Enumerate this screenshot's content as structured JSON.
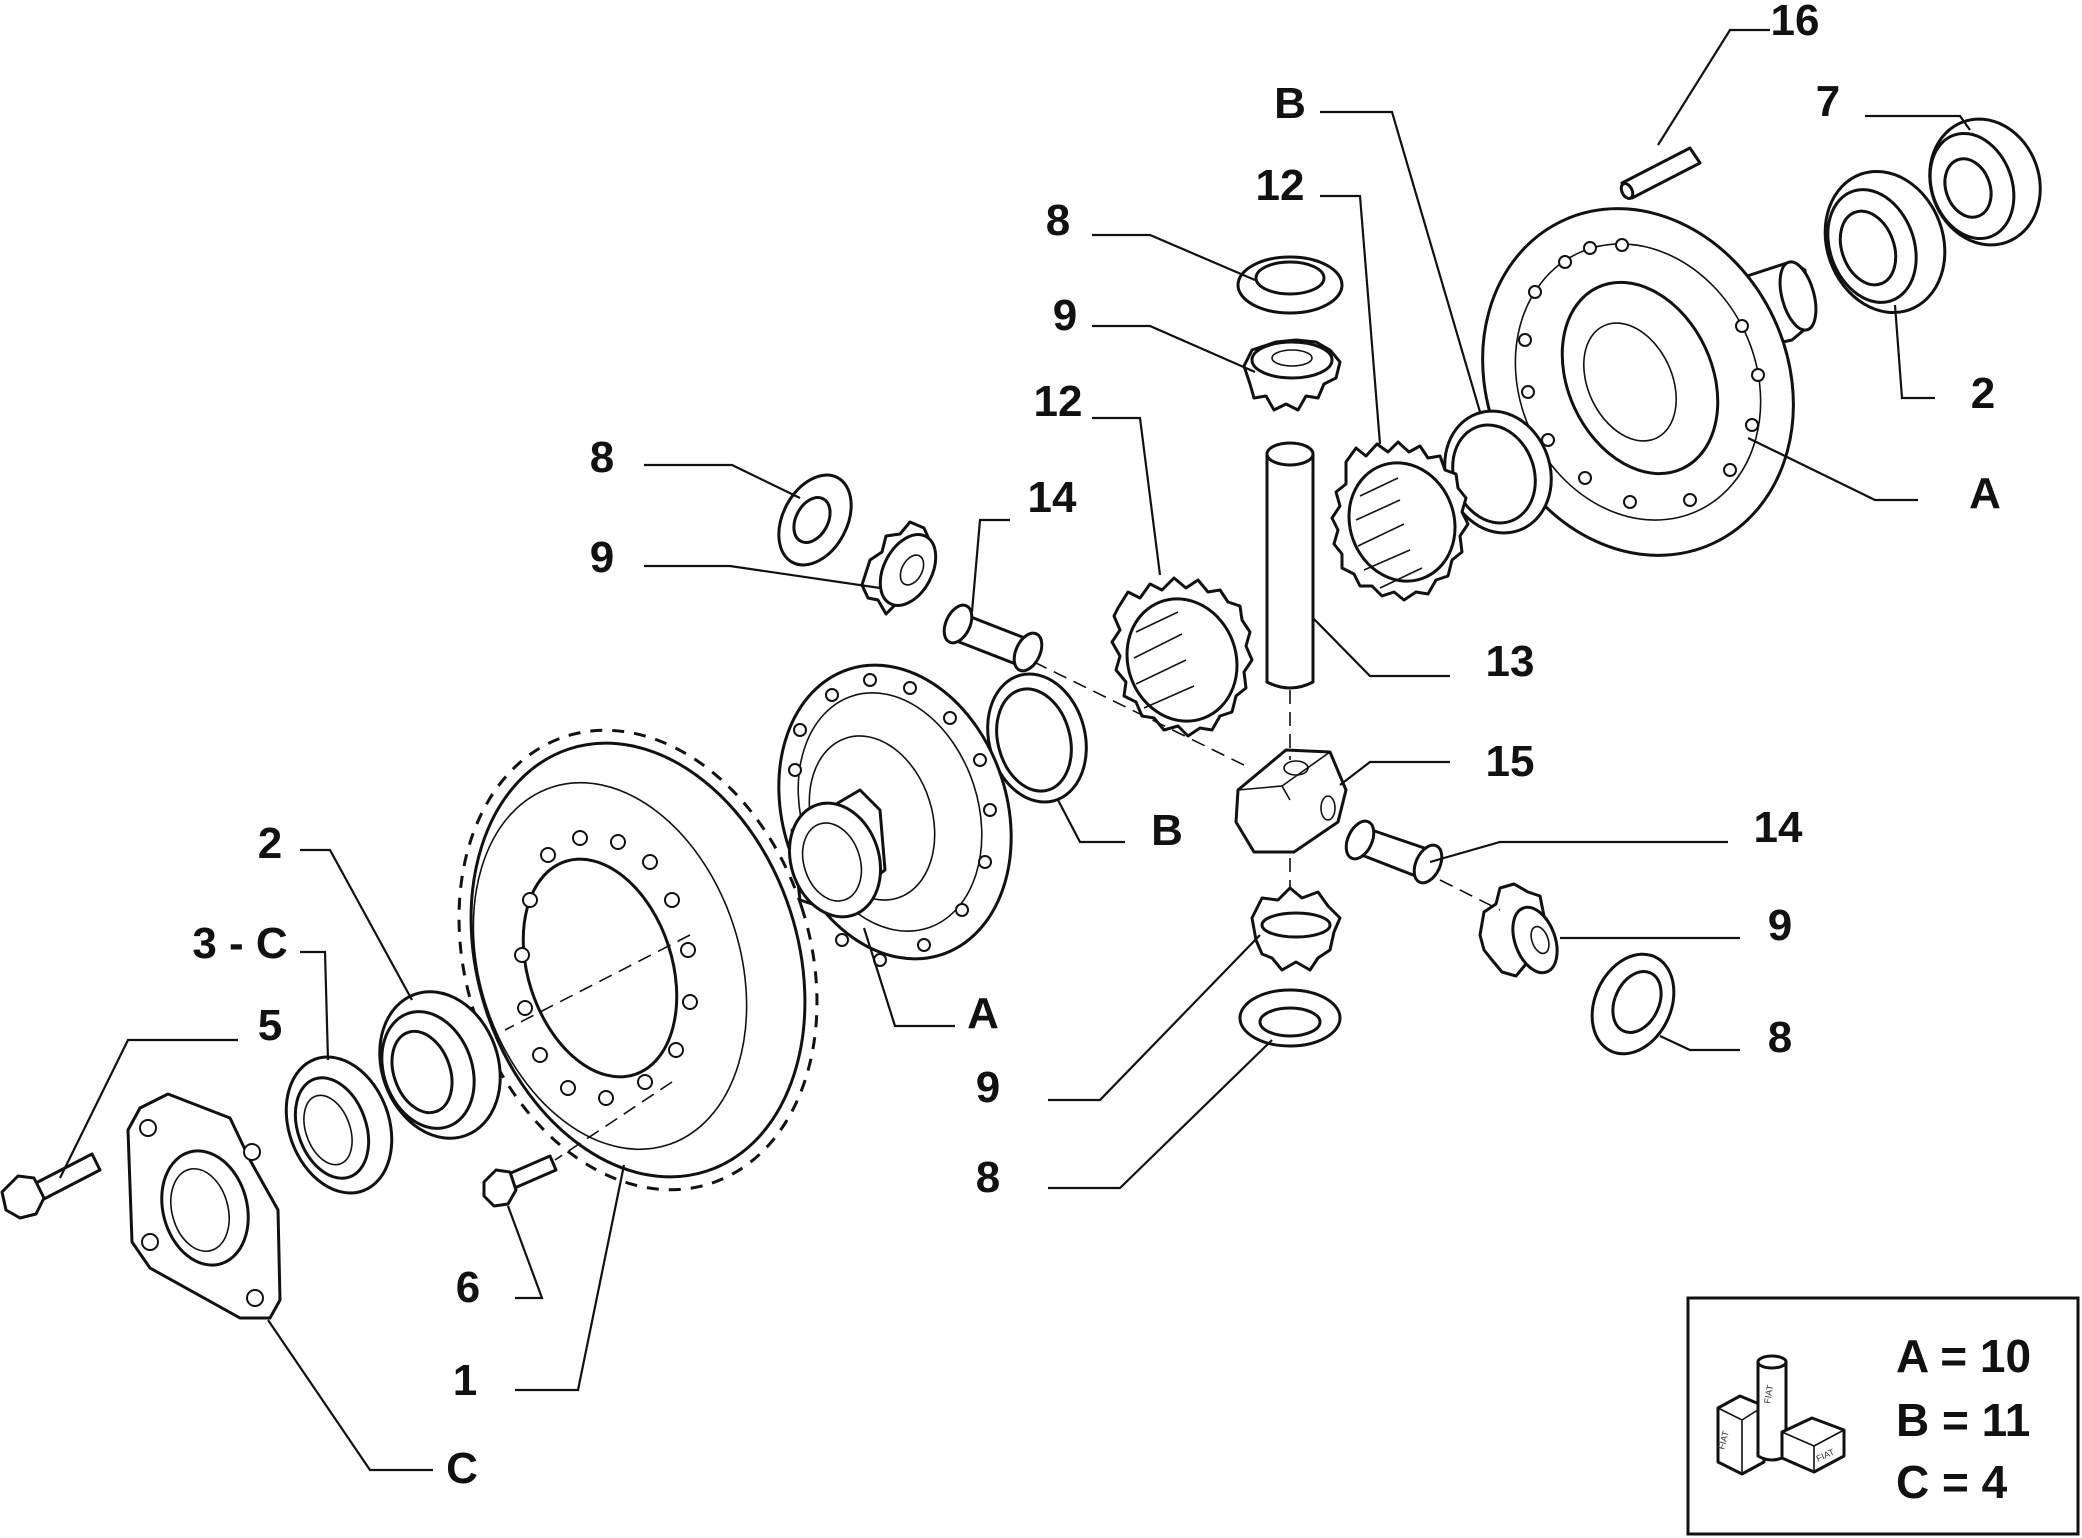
{
  "diagram": {
    "callouts": {
      "c16": "16",
      "c7": "7",
      "cB_top": "B",
      "c12_top": "12",
      "c8_top": "8",
      "c9_top": "9",
      "c2_right": "2",
      "cA_right": "A",
      "c12_mid": "12",
      "c8_left": "8",
      "c14_top": "14",
      "c9_left": "9",
      "c13": "13",
      "c15": "15",
      "cB_mid": "B",
      "c14_right": "14",
      "c9_right": "9",
      "c8_right": "8",
      "c2_left": "2",
      "cA_mid": "A",
      "c3C": "3 - C",
      "c5": "5",
      "c9_bottom": "9",
      "c8_bottom": "8",
      "c6": "6",
      "c1": "1",
      "cC": "C"
    },
    "legend": {
      "items": [
        "A = 10",
        "B = 11",
        "C = 4"
      ],
      "icon_text": "FIAT"
    }
  }
}
